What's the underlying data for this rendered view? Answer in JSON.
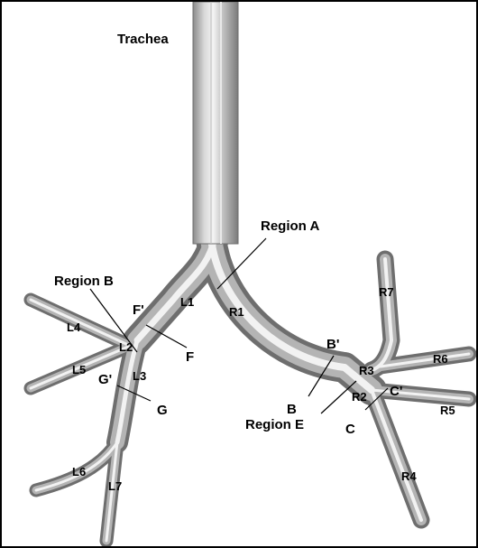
{
  "diagram": {
    "labels": {
      "trachea": "Trachea",
      "region_a": "Region A",
      "region_b": "Region B",
      "region_e": "Region E",
      "l1": "L1",
      "l2": "L2",
      "l3": "L3",
      "l4": "L4",
      "l5": "L5",
      "l6": "L6",
      "l7": "L7",
      "r1": "R1",
      "r2": "R2",
      "r3": "R3",
      "r4": "R4",
      "r5": "R5",
      "r6": "R6",
      "r7": "R7",
      "b": "B",
      "b_prime": "B'",
      "c": "C",
      "c_prime": "C'",
      "f": "F",
      "f_prime": "F'",
      "g": "G",
      "g_prime": "G'"
    },
    "colors": {
      "tube_dark": "#6e6e6e",
      "tube_mid": "#b4b4b4",
      "tube_light": "#f2f2f2",
      "text": "#000000",
      "background": "#ffffff"
    }
  }
}
